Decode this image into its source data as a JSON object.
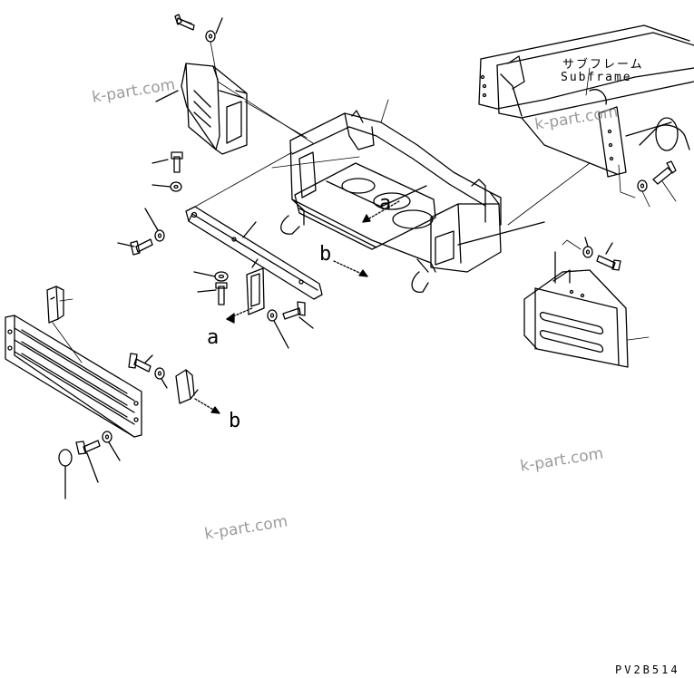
{
  "subframe": {
    "jp": "サブフレーム",
    "en": "Subframe"
  },
  "callouts": [
    "a",
    "b",
    "a",
    "b"
  ],
  "watermark": "k-part.com",
  "drawing_code": "PV2B514"
}
